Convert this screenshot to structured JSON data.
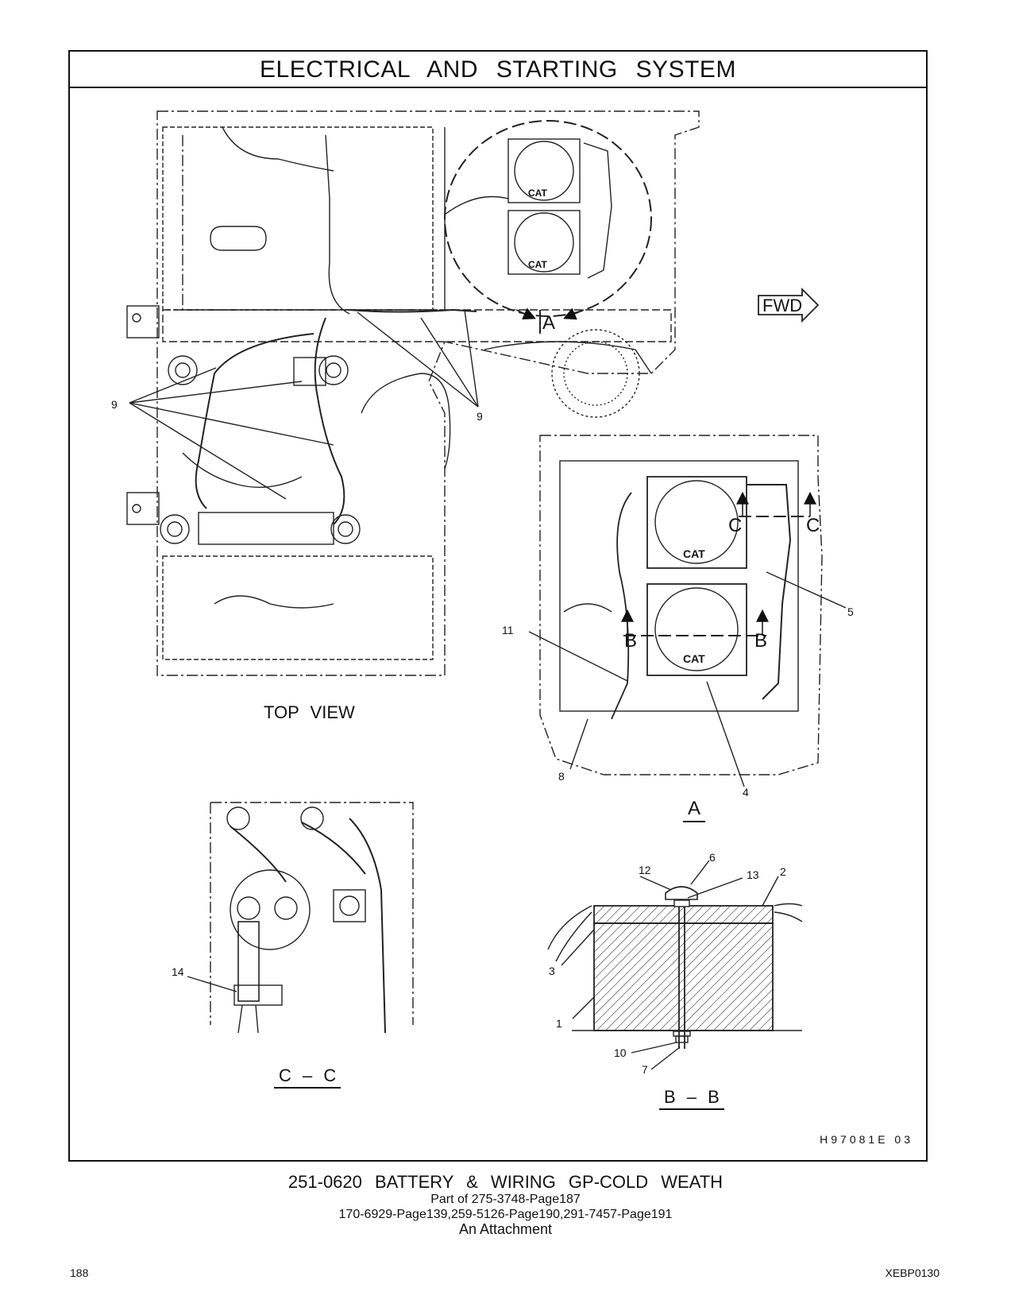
{
  "header": {
    "title": "ELECTRICAL AND STARTING SYSTEM"
  },
  "views": {
    "top": "TOP VIEW",
    "a": "A",
    "cc": "C – C",
    "bb": "B – B",
    "fwd": "FWD",
    "section_a": "A",
    "section_b": "B",
    "section_c": "C"
  },
  "callouts": {
    "c1": "1",
    "c2": "2",
    "c3": "3",
    "c4": "4",
    "c5": "5",
    "c6": "6",
    "c7": "7",
    "c8": "8",
    "c9": "9",
    "c10": "10",
    "c11": "11",
    "c12": "12",
    "c13": "13",
    "c14": "14"
  },
  "drawing_number": "H97081E 03",
  "caption": {
    "line1": "251-0620 BATTERY & WIRING GP-COLD WEATH",
    "line2": "Part of 275-3748-Page187",
    "line3": "170-6929-Page139,259-5126-Page190,291-7457-Page191",
    "line4": "An Attachment"
  },
  "footer": {
    "page_number": "188",
    "doc_id": "XEBP0130"
  },
  "battery_logo": "CAT"
}
